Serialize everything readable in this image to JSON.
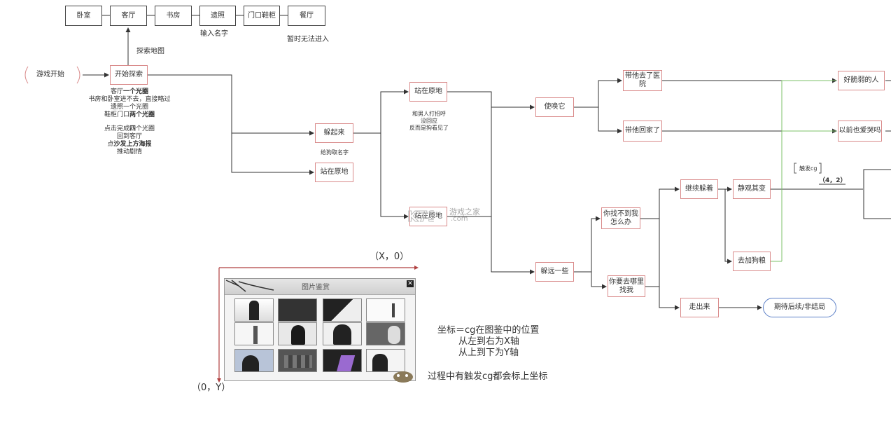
{
  "top_rooms": [
    "卧室",
    "客厅",
    "书房",
    "遗照",
    "门口鞋柜",
    "餐厅"
  ],
  "top_notes": {
    "enter_name": "输入名字",
    "no_entry": "暂时无法进入",
    "explore_map": "探索地图"
  },
  "start": {
    "game_start": "游戏开始",
    "explore": "开始探索"
  },
  "explore_notes": {
    "l1_pre": "客厅",
    "l1_bold": "一个光圈",
    "l2": "书房和卧室进不去，直接略过",
    "l3": "遗照一个光圈",
    "l4_pre": "鞋柜门口",
    "l4_bold": "两个光圈",
    "l5_pre": "点击完成",
    "l5_bold": "四",
    "l5_post": "个光圈",
    "l6": "回到客厅",
    "l7_pre": "点",
    "l7_bold": "沙发上方海报",
    "l8": "推动剧情"
  },
  "nodes": {
    "hide": "躲起来",
    "stay1": "站在原地",
    "stay_top": "站在原地",
    "stay_mid": "站在原地",
    "use_it": "使唤它",
    "hospital": "带他去了医院",
    "home": "带他回家了",
    "fragile": "好脆弱的人",
    "cried": "以前也爱哭吗",
    "farther": "躲远一些",
    "cant_find": "你找不到我怎么办",
    "where_find": "你要去哪里找我",
    "keep_hiding": "继续躲着",
    "watch": "静观其变",
    "feed": "去加狗粮",
    "walk_out": "走出来",
    "expect": "期待后续/非结局"
  },
  "small_notes": {
    "name_dog": "给狗取名字",
    "greet1": "和男人打招呼",
    "greet2": "没回应",
    "greet3": "反而是狗看见了",
    "trigger_cg": "触发cg",
    "coord_42": "（4，2）"
  },
  "axes": {
    "x_label": "（X，0）",
    "y_label": "（0，Y）"
  },
  "gallery": {
    "title": "图片鉴赏"
  },
  "legend": {
    "l1": "坐标＝cg在图鉴中的位置",
    "l2": "从左到右为X轴",
    "l3": "从上到下为Y轴",
    "l4": "过程中有触发cg都会标上坐标"
  },
  "watermark": {
    "text1": "游戏之家",
    "text2": ".com"
  },
  "colors": {
    "node_border": "#d98a8a",
    "green_line": "#7cc06a",
    "axis": "#b04040",
    "end_border": "#5b7fc7"
  }
}
